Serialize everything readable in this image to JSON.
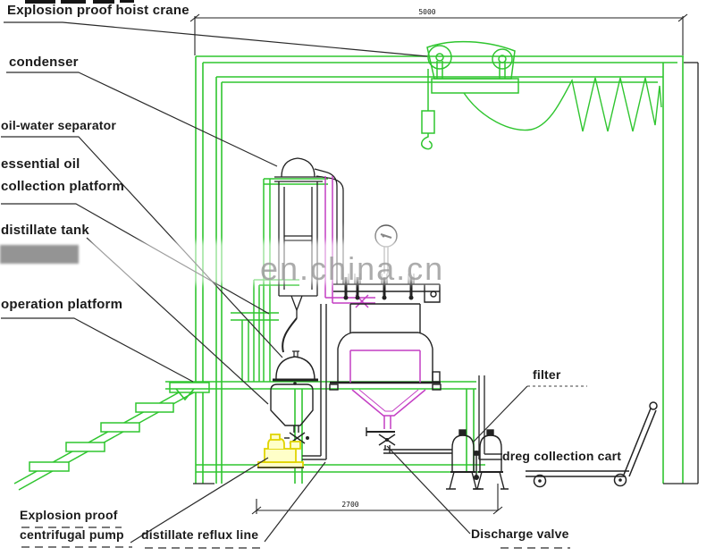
{
  "diagram": {
    "title": "essential oil extraction / distillation equipment line drawing",
    "labels": {
      "hoist_crane": "Explosion proof hoist crane",
      "condenser": "condenser",
      "oil_water_separator": "oil-water separator",
      "collection_platform_line1": "essential oil",
      "collection_platform_line2": "collection platform",
      "distillate_tank": "distillate tank",
      "operation_platform": "operation platform",
      "filter": "filter",
      "dreg_cart": "dreg collection cart",
      "pump_line1": "Explosion proof",
      "pump_line2": "centrifugal pump",
      "reflux_line": "distillate reflux line",
      "discharge_valve": "Discharge valve"
    },
    "dimensions": {
      "width_top": "5000",
      "width_bottom": "2700"
    },
    "watermark": "en.china.cn",
    "colors": {
      "structure_green": "#2fc52f",
      "equipment_black": "#222222",
      "pipe_magenta": "#c43fc4",
      "pump_yellow": "#e0d400",
      "label_text": "#1b1b1b",
      "watermark_gray": "#9a9a9a"
    }
  }
}
